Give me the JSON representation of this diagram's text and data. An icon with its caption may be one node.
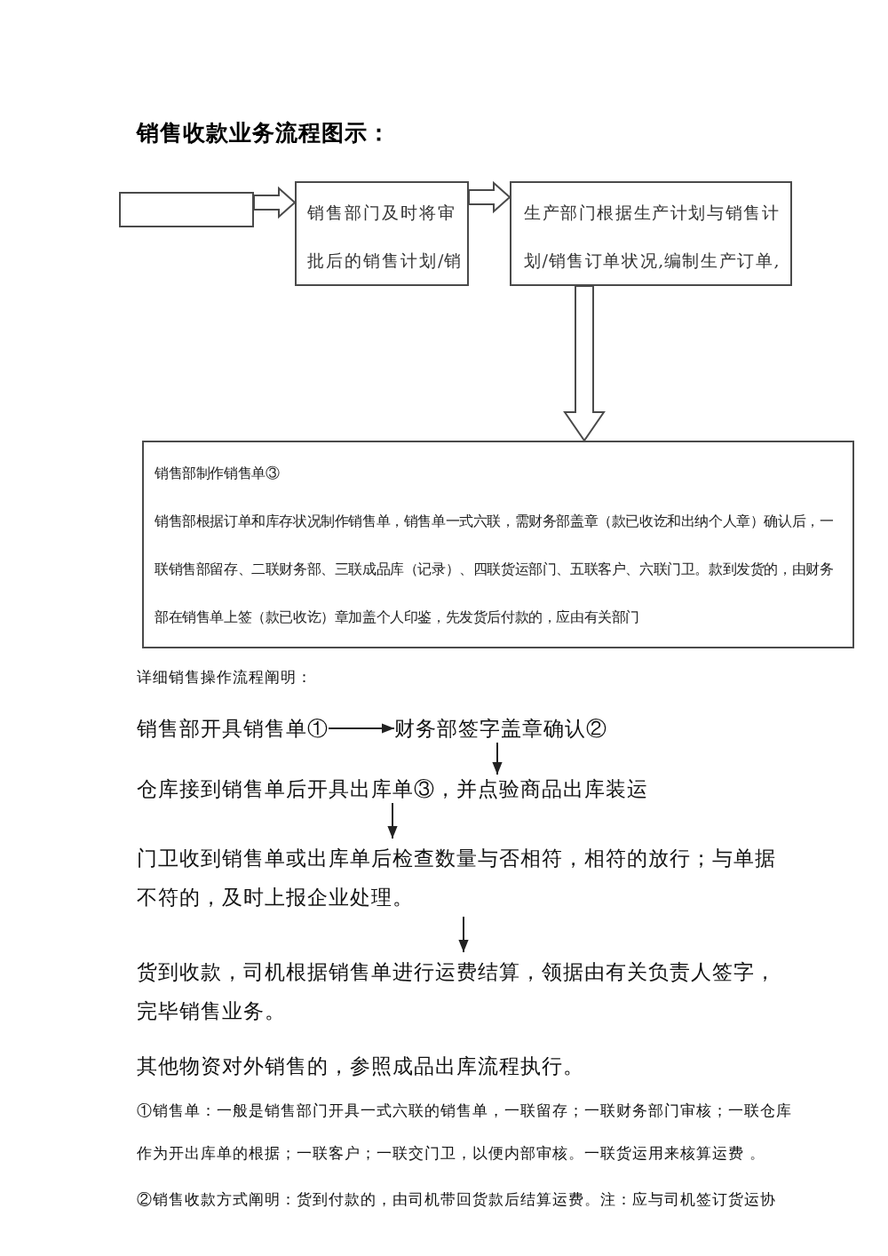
{
  "diagram": {
    "title": "销售收款业务流程图示：",
    "nodes": [
      {
        "text": [],
        "shape": "box"
      },
      {
        "text": [
          "销售部门及时将审批后的销售计划/销"
        ]
      },
      {
        "text": [
          "生产部门根据生产计划与销售计划/销售订单状况,编制生产订单,"
        ]
      },
      {
        "text": [
          "销售部制作销售单③",
          "销售部根据订单和库存状况制作销售单，销售单一式六联，需财务部盖章（款已收讫和出纳个人章）确认后，一联销售部留存、二联财务部、三联成品库（记录）、四联货运部门、五联客户、六联门卫。款到发货的，由财务部在销售单上签（款已收讫）章加盖个人印鉴，先发货后付款的，应由有关部门"
        ]
      },
      {
        "text": [
          "销售部开具销售单①"
        ]
      },
      {
        "text": [
          "财务部签字盖章确认②"
        ]
      },
      {
        "text": [
          "仓库接到销售单后开具出库单③，并点验商品出库装运"
        ]
      },
      {
        "text": [
          "门卫收到销售单或出库单后检查数量与否相符，相符的放行；与单据不符的，及时上报企业处理。"
        ]
      },
      {
        "text": [
          "货到收款，司机根据销售单进行运费结算，领据由有关负责人签字，完毕销售业务。"
        ]
      }
    ],
    "edges": [
      {
        "from": 0,
        "to": 1,
        "arrow": "to",
        "style": "thick"
      },
      {
        "from": 1,
        "to": 2,
        "arrow": "to",
        "style": "thick"
      },
      {
        "from": 2,
        "to": 3,
        "arrow": "to",
        "style": "thick"
      },
      {
        "from": 4,
        "to": 5,
        "arrow": "to"
      },
      {
        "from": 5,
        "to": 6,
        "arrow": "to"
      },
      {
        "from": 6,
        "to": 7,
        "arrow": "to"
      },
      {
        "from": 7,
        "to": 8,
        "arrow": "to"
      }
    ],
    "labels": [
      "详细销售操作流程阐明：",
      "其他物资对外销售的，参照成品出库流程执行。",
      "①销售单：一般是销售部门开具一式六联的销售单，一联留存；一联财务部门审核；一联仓库作为开出库单的根据；一联客户；一联交门卫，以便内部审核。一联货运用来核算运费 。",
      "②销售收款方式阐明：货到付款的，由司机带回货款后结算运费。注：应与司机签订货运协"
    ]
  }
}
